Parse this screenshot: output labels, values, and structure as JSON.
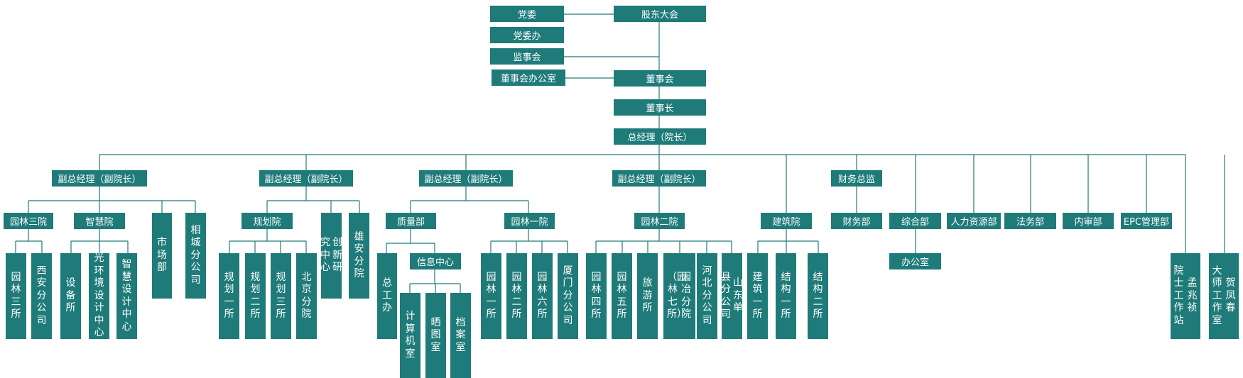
{
  "colors": {
    "box": "#1f7b79",
    "text": "#ffffff",
    "line": "#1f7b79"
  },
  "top": {
    "party": "党委",
    "party_office": "党委办",
    "supervisors": "监事会",
    "board_office": "董事会办公室",
    "shareholders": "股东大会",
    "board": "董事会",
    "chairman": "董事长",
    "gm": "总经理（院长）"
  },
  "branches": {
    "vgm": "副总经理（副院长）",
    "cfo": "财务总监",
    "g1": {
      "yl3": "园林三院",
      "yl3_1": [
        "园林三所"
      ],
      "yl3_2": [
        "西安分公司"
      ],
      "zh": "智慧院",
      "zh_1": [
        "设备所"
      ],
      "zh_2": [
        "光环境设计中心"
      ],
      "zh_3": [
        "智慧设计中心"
      ],
      "market": [
        "市场部"
      ],
      "xc": [
        "相城分公司"
      ]
    },
    "g2": {
      "gh": "规划院",
      "gh_1": [
        "规划一所"
      ],
      "gh_2": [
        "规划二所"
      ],
      "gh_3": [
        "规划三所"
      ],
      "bj": [
        "北京分院"
      ],
      "innov": [
        "创新研",
        "究中心"
      ],
      "xa": [
        "雄安分院"
      ]
    },
    "g3": {
      "quality": "质量部",
      "zgb": [
        "总工办"
      ],
      "info": "信息中心",
      "comp": [
        "计算机室"
      ],
      "print": [
        "晒图室"
      ],
      "archive": [
        "档案室"
      ],
      "yl1": "园林一院",
      "yl1_1": [
        "园林一所"
      ],
      "yl1_2": [
        "园林二所"
      ],
      "yl1_6": [
        "园林六所"
      ],
      "xm": [
        "厦门分公司"
      ]
    },
    "g4": {
      "yl2": "园林二院",
      "yl4": [
        "园林四所"
      ],
      "yl5": [
        "园林五所"
      ],
      "travel": [
        "旅游所"
      ],
      "yy": [
        "园冶分院",
        "（园林七所）"
      ],
      "hb": [
        "河北分公司"
      ],
      "sd": [
        "山东单",
        "县分公司"
      ]
    },
    "arch": {
      "name": "建筑院",
      "a1": [
        "建筑一所"
      ],
      "s1": [
        "结构一所"
      ],
      "s2": [
        "结构二所"
      ]
    },
    "dept": {
      "finance": "财务部",
      "general": "综合部",
      "office": "办公室",
      "hr": "人力资源部",
      "legal": "法务部",
      "audit": "内审部",
      "epc": "EPC管理部",
      "meng": [
        "孟兆祯",
        "院士工作站"
      ],
      "he": [
        "贺凤春",
        "大师工作室"
      ]
    }
  }
}
